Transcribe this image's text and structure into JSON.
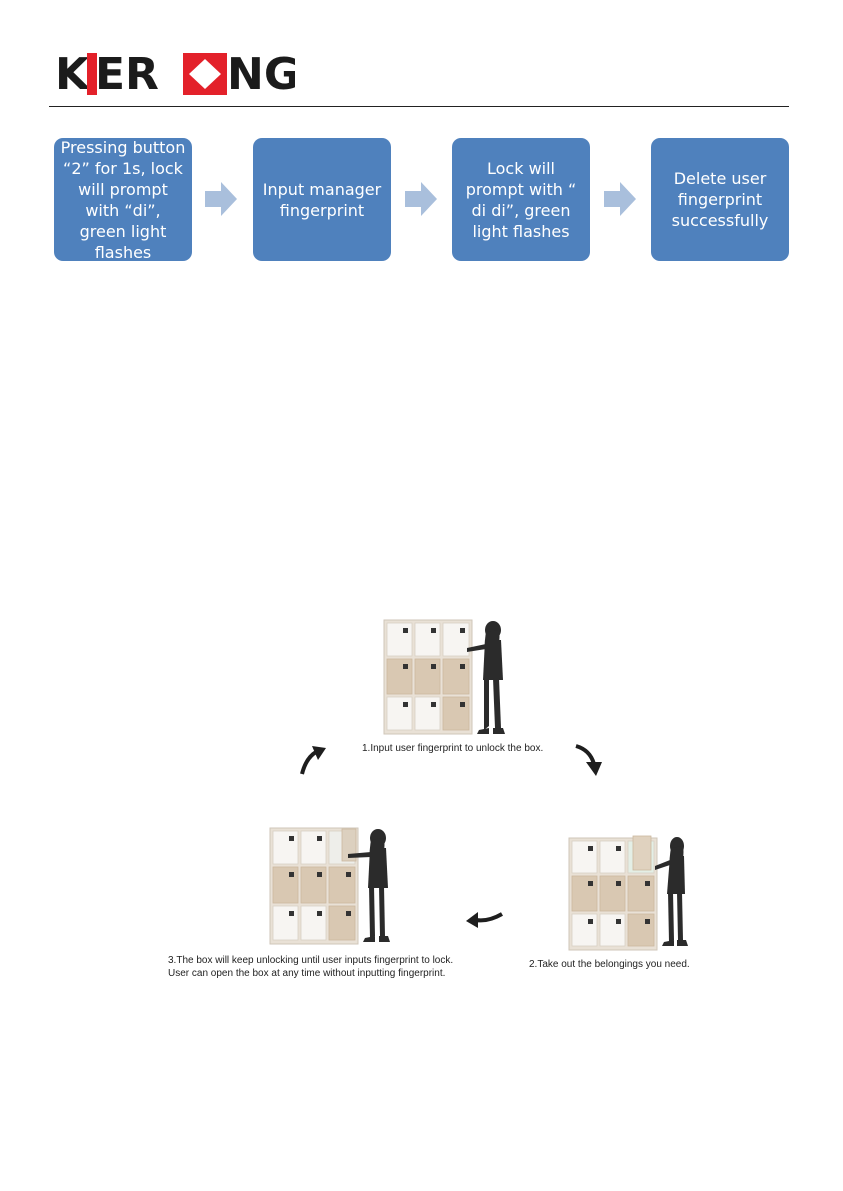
{
  "brand": {
    "name": "KERONG",
    "letters_left": "K",
    "letters_mid": "ER",
    "letters_right": "NG",
    "accent": "#e3212a"
  },
  "flow": {
    "color": "#4f81bd",
    "arrow_color": "#a9bfdc",
    "steps": [
      "Pressing button “2” for 1s, lock will prompt with “di”, green light flashes",
      "Input manager fingerprint",
      "Lock will prompt with “ di di”, green light flashes",
      "Delete user fingerprint successfully"
    ]
  },
  "illustration": {
    "captions": [
      "1.Input user fingerprint to unlock the box.",
      "2.Take out the belongings you need.",
      "3.The box will keep unlocking until user inputs fingerprint to lock.",
      "User can open the box at any time without inputting fingerprint."
    ]
  }
}
